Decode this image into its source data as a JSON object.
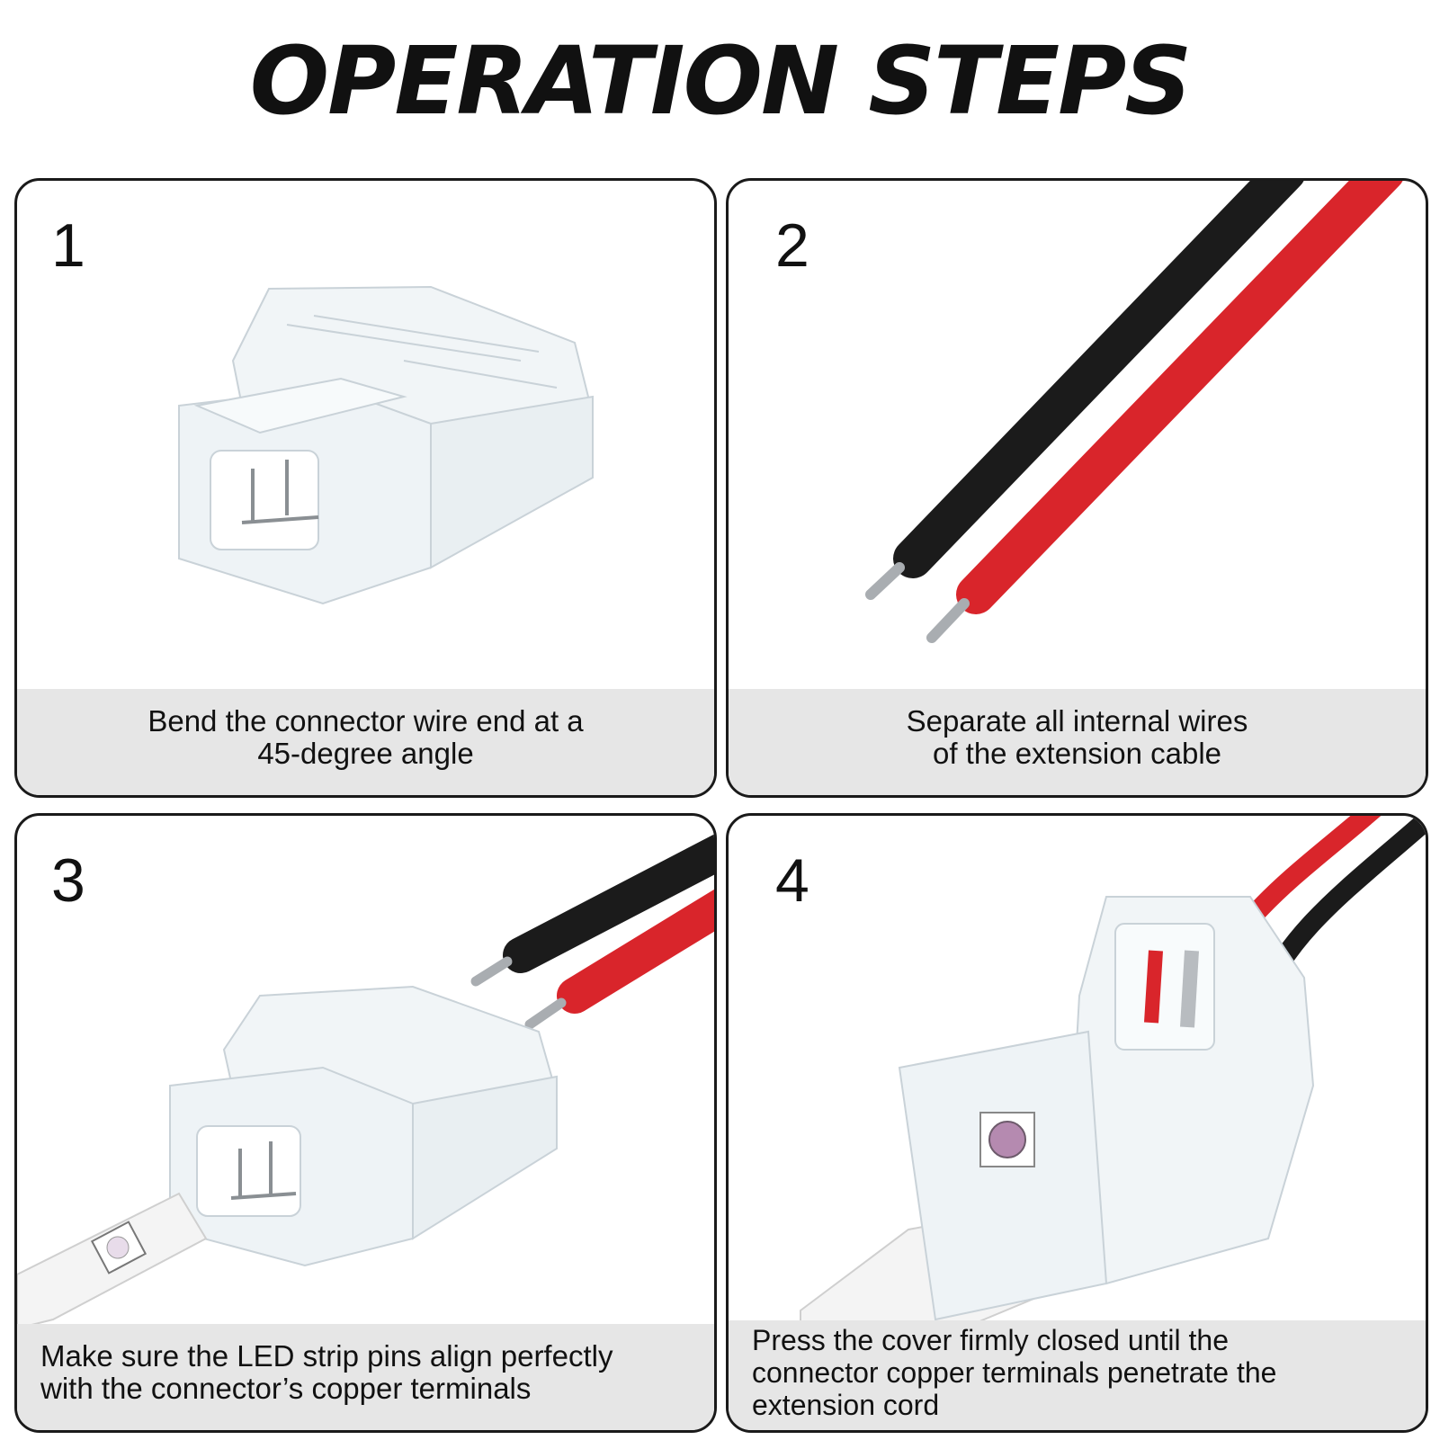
{
  "title": "OPERATION STEPS",
  "steps": [
    {
      "number": "1",
      "caption_line1": "Bend the connector wire end at a",
      "caption_line2": "45-degree angle"
    },
    {
      "number": "2",
      "caption_line1": "Separate all internal wires",
      "caption_line2": "of the extension cable"
    },
    {
      "number": "3",
      "caption_line1": "Make sure the LED strip pins align perfectly",
      "caption_line2": "with the connector’s copper terminals"
    },
    {
      "number": "4",
      "caption_line1": "Press the cover firmly closed until the",
      "caption_line2": "connector copper terminals penetrate the",
      "caption_line3": "extension cord"
    }
  ],
  "colors": {
    "panel_border": "#1a1a1a",
    "caption_band": "#e6e6e6",
    "wire_red": "#d9252b",
    "wire_black": "#1b1b1b",
    "connector_clear": "#eef3f6"
  }
}
